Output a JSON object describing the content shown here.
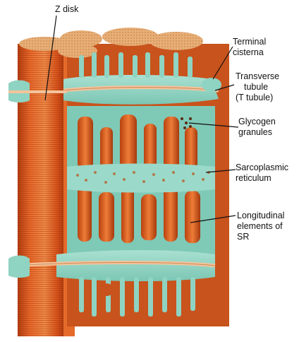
{
  "diagram": {
    "labels": {
      "z_disk": [
        "Z disk"
      ],
      "terminal_cisterna": [
        "Terminal",
        "cisterna"
      ],
      "t_tubule": [
        "Transverse",
        "tubule",
        "(T tubule)"
      ],
      "glycogen": [
        "Glycogen",
        "granules"
      ],
      "sr": [
        "Sarcoplasmic",
        "reticulum"
      ],
      "longitudinal": [
        "Longitudinal",
        "elements of",
        "SR"
      ]
    },
    "colors": {
      "myofibril": "#e05a1f",
      "myofibril_dark": "#a8360d",
      "myofibril_light": "#f2914e",
      "myofibril_top": "#e9b47c",
      "reticulum": "#8fd3c2",
      "reticulum_dark": "#5fb4a3",
      "tubule": "#f4c49b",
      "leader_line": "#111111"
    }
  }
}
